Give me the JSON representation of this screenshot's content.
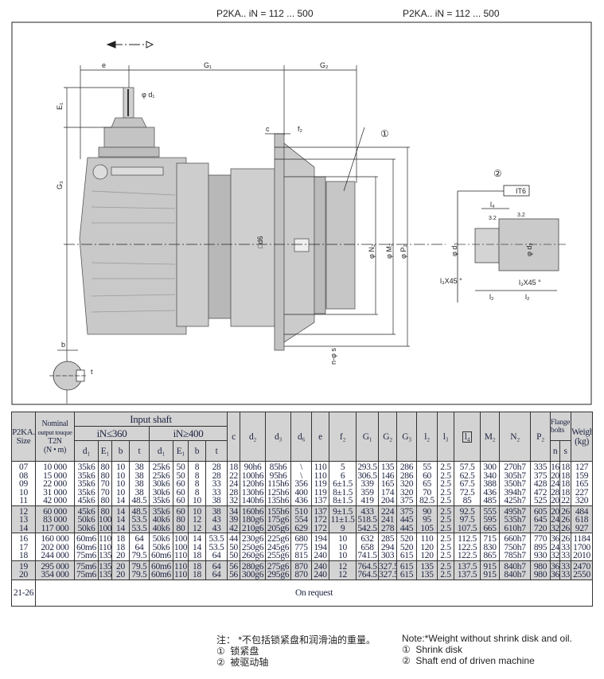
{
  "titles": [
    "P2KA.. iN = 112 ... 500",
    "P2KA.. iN = 112 ... 500"
  ],
  "drawing": {
    "labels": {
      "e": "e",
      "G1": "G₁",
      "G2": "G₂",
      "d1": "φ d₁",
      "E1": "E₁",
      "G3": "G₃",
      "c": "c",
      "f2": "f₂",
      "marker1": "①",
      "marker2": "②",
      "IT6": "IT6",
      "l4": "l₄",
      "rough1": "3.2",
      "rough2": "3.2",
      "d3": "φ d₃",
      "d2": "φ d₂",
      "l3x45_left": "l₃X45 °",
      "l3x45_right": "l₃X45 °",
      "l2_left": "l₂",
      "l2_right": "l₂",
      "d6": "□d6",
      "N2": "φ N₂",
      "M2": "φ M₂",
      "P2": "φ P₂",
      "n_s": "n-φ s",
      "b": "b",
      "t": "t"
    }
  },
  "table": {
    "headers": {
      "size": "P2KA. Size",
      "torque_line1": "Nominal",
      "torque_line2": "output touque",
      "torque_line3": "T2N",
      "torque_line4": "(N • m)",
      "input_shaft": "Input shaft",
      "group_low": "iN≤360",
      "group_high": "iN≥400",
      "d1": "d₁",
      "E1": "E₁",
      "b": "b",
      "t": "t",
      "c": "c",
      "d2": "d₂",
      "d3": "d₃",
      "d6": "d₆",
      "e": "e",
      "f2": "f₂",
      "G1": "G₁",
      "G2": "G₂",
      "G3": "G₃",
      "l2": "l₂",
      "l3": "l₃",
      "l4": "l₄",
      "M2": "M₂",
      "N2": "N₂",
      "P2": "P₂",
      "flange_bolts": "Flange bolts",
      "n": "n",
      "s": "s",
      "weight": "Weight (kg)"
    },
    "groups": [
      {
        "shade": "w",
        "rows": [
          [
            "07",
            "10 000",
            "35k6",
            "80",
            "10",
            "38",
            "25k6",
            "50",
            "8",
            "28",
            "18",
            "90h6",
            "85h6",
            "\\",
            "110",
            "5",
            "293.5",
            "135",
            "286",
            "55",
            "2.5",
            "57.5",
            "300",
            "270h7",
            "335",
            "16",
            "18",
            "127"
          ],
          [
            "08",
            "15 000",
            "35k6",
            "80",
            "10",
            "38",
            "25k6",
            "50",
            "8",
            "28",
            "22",
            "100h6",
            "95h6",
            "\\",
            "110",
            "6",
            "306.5",
            "146",
            "286",
            "60",
            "2.5",
            "62.5",
            "340",
            "305h7",
            "375",
            "20",
            "18",
            "159"
          ],
          [
            "09",
            "22 000",
            "35k6",
            "70",
            "10",
            "38",
            "30k6",
            "60",
            "8",
            "33",
            "24",
            "120h6",
            "115h6",
            "356",
            "119",
            "6±1.5",
            "339",
            "165",
            "320",
            "65",
            "2.5",
            "67.5",
            "388",
            "350h7",
            "428",
            "24",
            "18",
            "165"
          ],
          [
            "10",
            "31 000",
            "35k6",
            "70",
            "10",
            "38",
            "30k6",
            "60",
            "8",
            "33",
            "28",
            "130h6",
            "125h6",
            "400",
            "119",
            "8±1.5",
            "359",
            "174",
            "320",
            "70",
            "2.5",
            "72.5",
            "436",
            "394h7",
            "472",
            "28",
            "18",
            "227"
          ],
          [
            "11",
            "42 000",
            "45k6",
            "80",
            "14",
            "48.5",
            "35k6",
            "60",
            "10",
            "38",
            "32",
            "140h6",
            "135h6",
            "436",
            "137",
            "8±1.5",
            "419",
            "204",
            "375",
            "82.5",
            "2.5",
            "85",
            "485",
            "425h7",
            "525",
            "20",
            "22",
            "320"
          ]
        ]
      },
      {
        "shade": "g",
        "rows": [
          [
            "12",
            "60 000",
            "45k6",
            "80",
            "14",
            "48.5",
            "35k6",
            "60",
            "10",
            "38",
            "34",
            "160h6",
            "155h6",
            "510",
            "137",
            "9±1.5",
            "433",
            "224",
            "375",
            "90",
            "2.5",
            "92.5",
            "555",
            "495h7",
            "605",
            "20",
            "26",
            "484"
          ],
          [
            "13",
            "83 000",
            "50k6",
            "100",
            "14",
            "53.5",
            "40k6",
            "80",
            "12",
            "43",
            "39",
            "180g6",
            "175g6",
            "554",
            "172",
            "11±1.5",
            "518.5",
            "241",
            "445",
            "95",
            "2.5",
            "97.5",
            "595",
            "535h7",
            "645",
            "24",
            "26",
            "618"
          ],
          [
            "14",
            "117 000",
            "50k6",
            "100",
            "14",
            "53.5",
            "40k6",
            "80",
            "12",
            "43",
            "42",
            "210g6",
            "205g6",
            "629",
            "172",
            "9",
            "542.5",
            "278",
            "445",
            "105",
            "2.5",
            "107.5",
            "665",
            "610h7",
            "720",
            "32",
            "26",
            "927"
          ]
        ]
      },
      {
        "shade": "w",
        "rows": [
          [
            "16",
            "160 000",
            "60m6",
            "110",
            "18",
            "64",
            "50k6",
            "100",
            "14",
            "53.5",
            "44",
            "230g6",
            "225g6",
            "680",
            "194",
            "10",
            "632",
            "285",
            "520",
            "110",
            "2.5",
            "112.5",
            "715",
            "660h7",
            "770",
            "36",
            "26",
            "1184"
          ],
          [
            "17",
            "202 000",
            "60m6",
            "110",
            "18",
            "64",
            "50k6",
            "100",
            "14",
            "53.5",
            "50",
            "250g6",
            "245g6",
            "775",
            "194",
            "10",
            "658",
            "294",
            "520",
            "120",
            "2.5",
            "122.5",
            "830",
            "750h7",
            "895",
            "24",
            "33",
            "1700"
          ],
          [
            "18",
            "244 000",
            "75m6",
            "135",
            "20",
            "79.5",
            "60m6",
            "110",
            "18",
            "64",
            "50",
            "260g6",
            "255g6",
            "815",
            "240",
            "10",
            "741.5",
            "303",
            "615",
            "120",
            "2.5",
            "122.5",
            "865",
            "785h7",
            "930",
            "32",
            "33",
            "2010"
          ]
        ]
      },
      {
        "shade": "g",
        "rows": [
          [
            "19",
            "295 000",
            "75m6",
            "135",
            "20",
            "79.5",
            "60m6",
            "110",
            "18",
            "64",
            "56",
            "280g6",
            "275g6",
            "870",
            "240",
            "12",
            "764.5",
            "327.5",
            "615",
            "135",
            "2.5",
            "137.5",
            "915",
            "840h7",
            "980",
            "36",
            "33",
            "2470"
          ],
          [
            "20",
            "354 000",
            "75m6",
            "135",
            "20",
            "79.5",
            "60m6",
            "110",
            "18",
            "64",
            "56",
            "300g6",
            "295g6",
            "870",
            "240",
            "12",
            "764.5",
            "327.5",
            "615",
            "135",
            "2.5",
            "137.5",
            "915",
            "840h7",
            "980",
            "36",
            "33",
            "2550"
          ]
        ]
      }
    ],
    "last_row": {
      "size": "21-26",
      "text": "On request"
    }
  },
  "notes": {
    "cn_note": "注： *不包括锁紧盘和润滑油的重量。",
    "cn_1_num": "①",
    "cn_1": "锁紧盘",
    "cn_2_num": "②",
    "cn_2": "被驱动轴",
    "en_note": "Note:*Weight without shrink disk and oil.",
    "en_1_num": "①",
    "en_1": "Shrink disk",
    "en_2_num": "②",
    "en_2": "Shaft end of driven machine"
  }
}
